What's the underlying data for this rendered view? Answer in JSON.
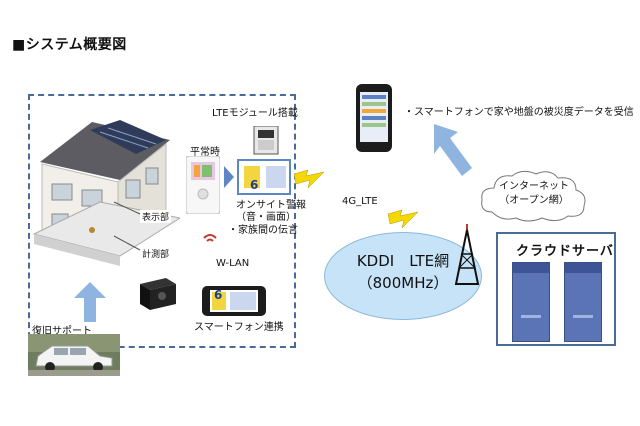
{
  "title": "■システム概要図",
  "house": {
    "display_label": "表示部",
    "meter_label": "計測部",
    "recovery_label": "復旧サポート"
  },
  "panel": {
    "lte_module_label": "LTEモジュール搭載",
    "normal_label": "平常時",
    "alert_line1": "オンサイト警報",
    "alert_line2": "（音・画面）",
    "family_msg": "・家族間の伝言",
    "screen_number": "6",
    "wlan_label": "W-LAN",
    "smartphone_label": "スマートフォン連携"
  },
  "network": {
    "lte_label": "4G_LTE",
    "kddi_line1": "KDDI　LTE網",
    "kddi_line2": "（800MHz）",
    "internet_line1": "インターネット",
    "internet_line2": "（オープン網）",
    "cloud_server_label": "クラウドサーバ",
    "smartphone_note": "・スマートフォンで家や地盤の被災度データを受信"
  },
  "colors": {
    "dashed_border": "#4a6a9a",
    "arrow": "#8fb4e0",
    "lightning": "#f5d800",
    "ellipse": "#c7e3f7",
    "server": "#5a74b6"
  }
}
